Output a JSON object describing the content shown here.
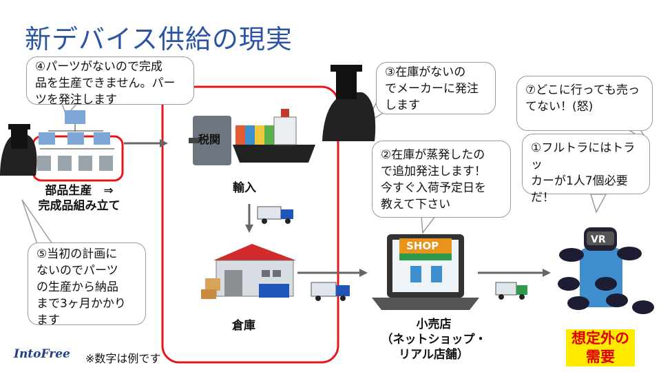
{
  "title": "新デバイス供給の現実",
  "bubbles": {
    "b4": "④パーツがないので完成\n品を生産できません。パー\nツを発注します",
    "b3": "③在庫がないの\nでメーカーに発注\nします",
    "b7": "⑦どこに行っても売っ\nてない！(怒)",
    "b1": "①フルトラにはトラッ\nカーが1人7個必要\nだ！",
    "b2": "②在庫が蒸発したの\nで追加発注します！\n今すぐ入荷予定日を\n教えて下さい",
    "b5": "⑤当初の計画に\nないのでパーツ\nの生産から納品\nまで3ヶ月かかり\nます"
  },
  "labels": {
    "production": "部品生産　⇒\n完成品組み立て",
    "import": "輸入",
    "warehouse": "倉庫",
    "retail": "小売店\n（ネットショップ・\nリアル店舗）",
    "demand": "想定外の\n需要"
  },
  "icons": {
    "customs_text": "税関",
    "shop_sign": "SHOP",
    "vr_text": "VR"
  },
  "footer": {
    "logo": "IntoFree",
    "note": "※数字は例です"
  },
  "colors": {
    "title": "#2b54a5",
    "highlight_box": "#e8141b",
    "demand_text": "#e00000",
    "demand_bg": "#ffea00"
  }
}
